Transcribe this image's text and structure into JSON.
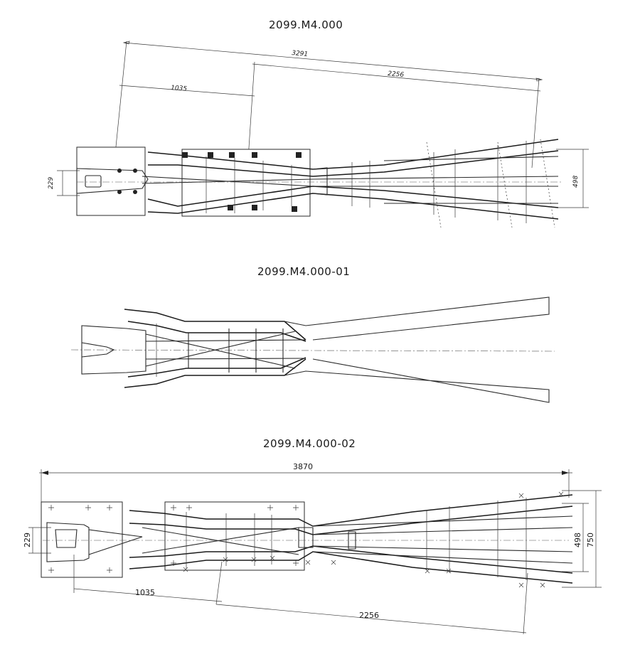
{
  "drawings": [
    {
      "title": "2099.M4.000",
      "dimensions": {
        "overall": "3291",
        "first": "1035",
        "second": "2256",
        "left_gauge": "229",
        "right_gauge": "498"
      }
    },
    {
      "title": "2099.M4.000-01"
    },
    {
      "title": "2099.M4.000-02",
      "dimensions": {
        "overall": "3870",
        "first": "1035",
        "second": "2256",
        "left_gauge": "229",
        "right_gauge": "498",
        "right_outer": "750"
      }
    }
  ]
}
